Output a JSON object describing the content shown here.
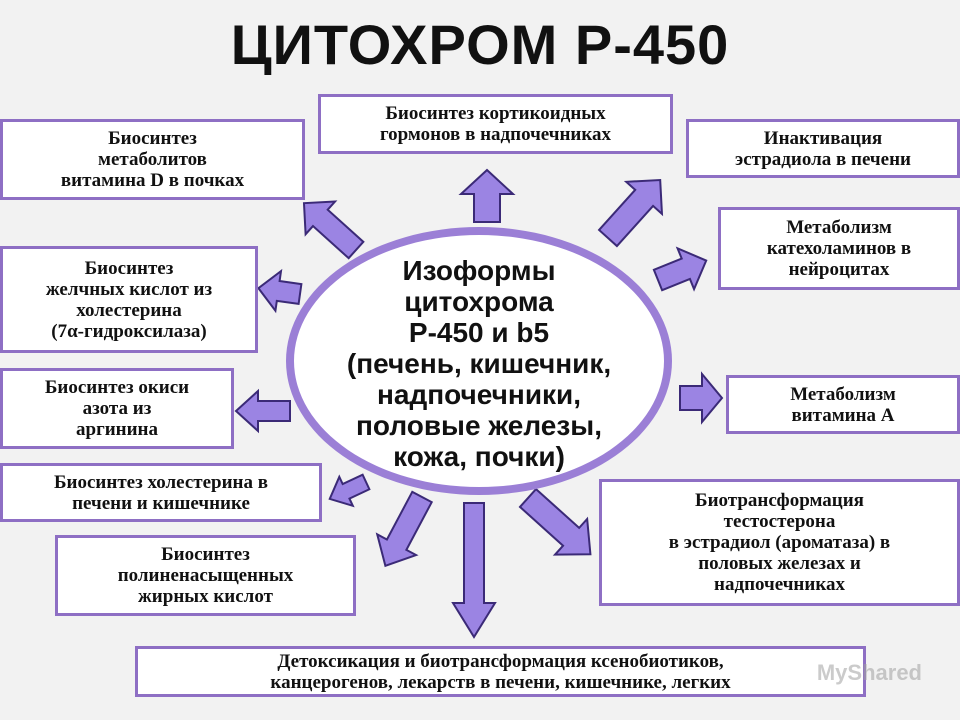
{
  "title": "ЦИТОХРОМ Р-450",
  "center": "Изоформы\nцитохрома\nР-450 и b5\n(печень, кишечник,\nнадпочечники,\nполовые железы,\nкожа, почки)",
  "boxes": {
    "vitamin_d": "Биосинтез\nметаболитов\nвитамина D в почках",
    "corticoids": "Биосинтез кортикоидных\nгормонов в надпочечниках",
    "estradiol_inactivation": "Инактивация\nэстрадиола в печени",
    "catecholamines": "Метаболизм\nкатехоламинов в\nнейроцитах",
    "bile_acids": "Биосинтез\nжелчных кислот из\nхолестерина\n(7α-гидроксилаза)",
    "nitric_oxide": "Биосинтез окиси\nазота из\nаргинина",
    "vitamin_a": "Метаболизм\nвитамина А",
    "cholesterol": "Биосинтез холестерина в\nпечени и кишечнике",
    "testosterone": "Биотрансформация\nтестостерона\nв эстрадиол (ароматаза) в\nполовых железах и\nнадпочечниках",
    "fatty_acids": "Биосинтез\nполиненасыщенных\nжирных кислот",
    "detox": "Детоксикация и биотрансформация ксенобиотиков,\nканцерогенов, лекарств в печени, кишечнике, легких"
  },
  "watermark": "MyShared"
}
